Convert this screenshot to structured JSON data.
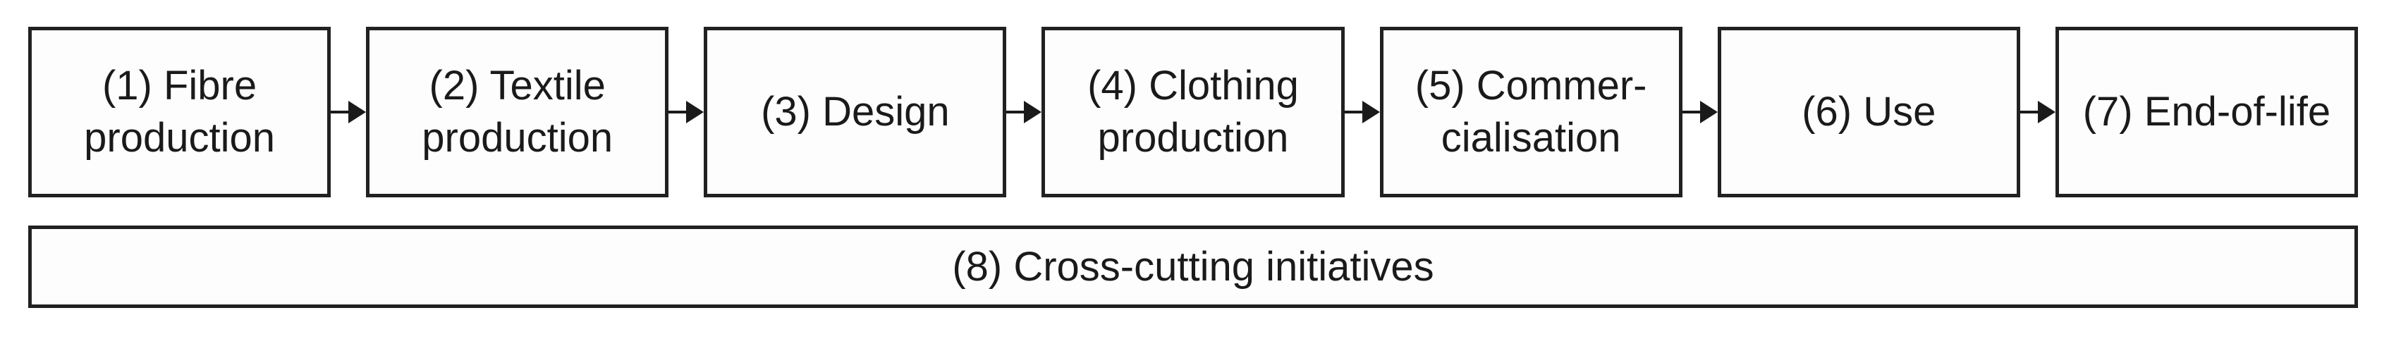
{
  "diagram": {
    "type": "flowchart",
    "chain": {
      "boxes": [
        {
          "label": "(1) Fibre\nproduction"
        },
        {
          "label": "(2) Textile\nproduction"
        },
        {
          "label": "(3) Design"
        },
        {
          "label": "(4) Clothing\nproduction"
        },
        {
          "label": "(5) Commer-\ncialisation"
        },
        {
          "label": "(6) Use"
        },
        {
          "label": "(7) End-of-life"
        }
      ],
      "connector": "right-arrow"
    },
    "cross_cutting": {
      "label": "(8) Cross-cutting initiatives"
    },
    "colors": {
      "border": "#212121",
      "text": "#1a1a1a",
      "box_fill": "#fdfdfd",
      "background": "#ffffff",
      "arrow": "#1a1a1a"
    }
  }
}
